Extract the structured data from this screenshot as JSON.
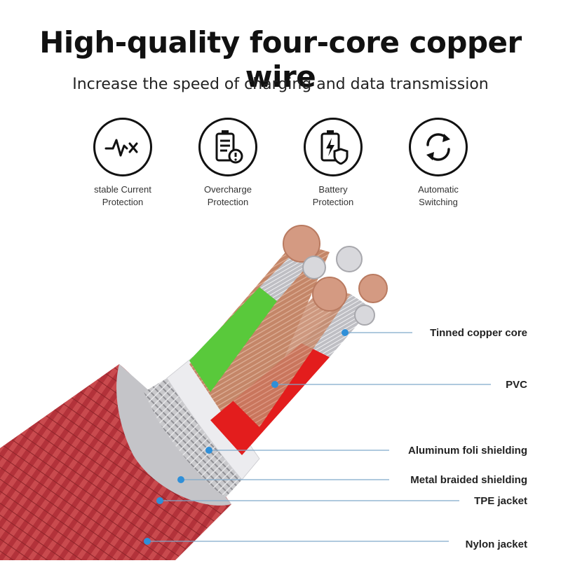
{
  "header": {
    "title": "High-quality four-core copper wire",
    "subtitle": "Increase the speed of charging and data transmission"
  },
  "features": [
    {
      "icon": "pulse-x-icon",
      "line1": "stable Current",
      "line2": "Protection"
    },
    {
      "icon": "battery-warning-icon",
      "line1": "Overcharge",
      "line2": "Protection"
    },
    {
      "icon": "battery-shield-icon",
      "line1": "Battery",
      "line2": "Protection"
    },
    {
      "icon": "circular-arrows-icon",
      "line1": "Automatic",
      "line2": "Switching"
    }
  ],
  "callouts": [
    "Tinned copper core",
    "PVC",
    "Aluminum foli shielding",
    "Metal braided shielding",
    "TPE jacket",
    "Nylon jacket"
  ],
  "colors": {
    "nylon": "#b8333a",
    "pvc_red": "#e41e1e",
    "pvc_green": "#5ccc3a",
    "copper": "#c98a6a",
    "tinned": "#d8d8d8",
    "foil": "#e9e9ec",
    "pointer": "#2f8fd8"
  }
}
